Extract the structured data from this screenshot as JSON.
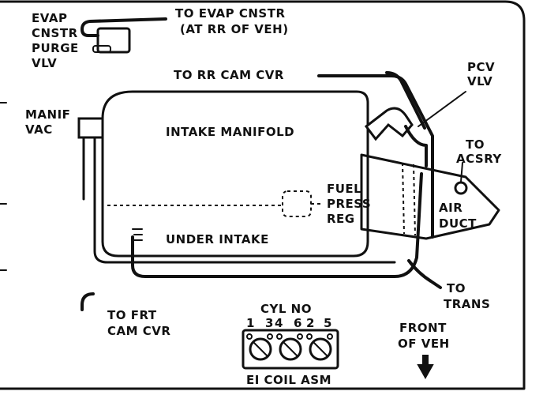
{
  "labels": {
    "evap_cnstr_purge_vlv": [
      "EVAP",
      "CNSTR",
      "PURGE",
      "VLV"
    ],
    "to_evap_cnstr": [
      "TO EVAP CNSTR",
      "(AT RR OF VEH)"
    ],
    "to_rr_cam_cvr": "TO RR CAM CVR",
    "pcv_vlv": [
      "PCV",
      "VLV"
    ],
    "manif_vac": [
      "MANIF",
      "VAC"
    ],
    "intake_manifold": "INTAKE MANIFOLD",
    "to_acsry": [
      "TO",
      "ACSRY"
    ],
    "fuel_press_reg": [
      "FUEL",
      "PRESS",
      "REG"
    ],
    "air_duct": [
      "AIR",
      "DUCT"
    ],
    "under_intake": "UNDER INTAKE",
    "to_trans": [
      "TO",
      "TRANS"
    ],
    "to_frt_cam_cvr": [
      "TO FRT",
      "CAM CVR"
    ],
    "cyl_no": "CYL NO",
    "cyl_numbers": [
      "1",
      "3",
      "4",
      "6",
      "2",
      "5"
    ],
    "front_of_veh": [
      "FRONT",
      "OF VEH"
    ],
    "ei_coil_asm": "EI COIL ASM"
  }
}
